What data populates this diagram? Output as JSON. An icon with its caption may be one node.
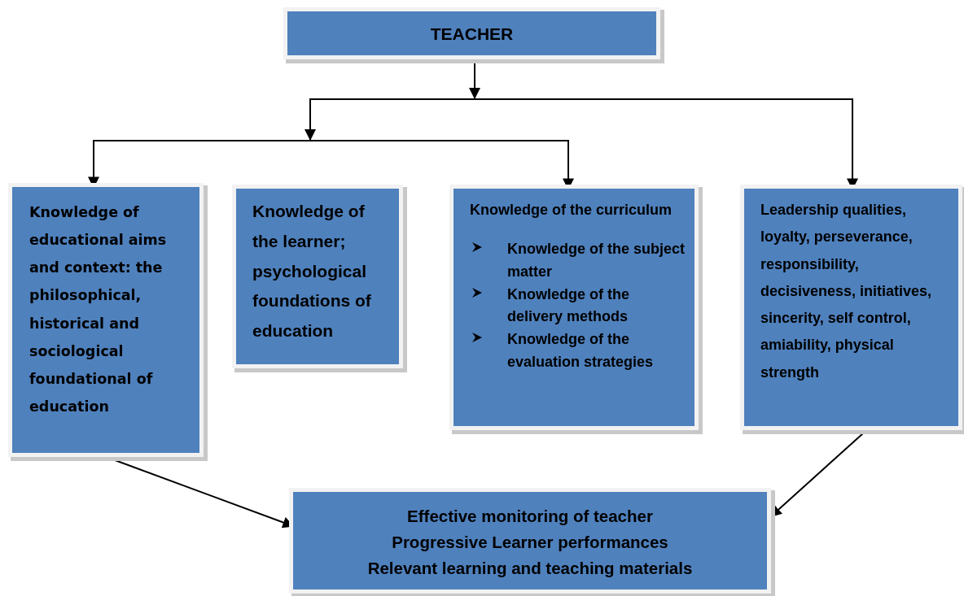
{
  "diagram": {
    "nodes": [
      {
        "text": [
          "TEACHER"
        ]
      },
      {
        "text": [
          "Knowledge of educational aims and context: the philosophical, historical and sociological foundational of education"
        ]
      },
      {
        "text": [
          "Knowledge of the learner; psychological foundations of education"
        ]
      },
      {
        "text": [
          "Knowledge of the curriculum",
          "Knowledge of the subject matter",
          "Knowledge of the delivery methods",
          "Knowledge of the evaluation strategies"
        ]
      },
      {
        "text": [
          "Leadership qualities, loyalty, perseverance, responsibility, decisiveness, initiatives, sincerity, self control, amiability, physical strength"
        ]
      },
      {
        "text": [
          "Effective monitoring of teacher",
          "Progressive Learner performances",
          "Relevant learning and teaching materials"
        ]
      }
    ],
    "edges": [
      {
        "from": 0,
        "to": 1,
        "arrow": "to"
      },
      {
        "from": 0,
        "to": 3,
        "arrow": "to"
      },
      {
        "from": 0,
        "to": 4,
        "arrow": "to"
      },
      {
        "from": 1,
        "to": 5,
        "arrow": "to"
      },
      {
        "from": 4,
        "to": 5,
        "arrow": "to"
      }
    ]
  }
}
